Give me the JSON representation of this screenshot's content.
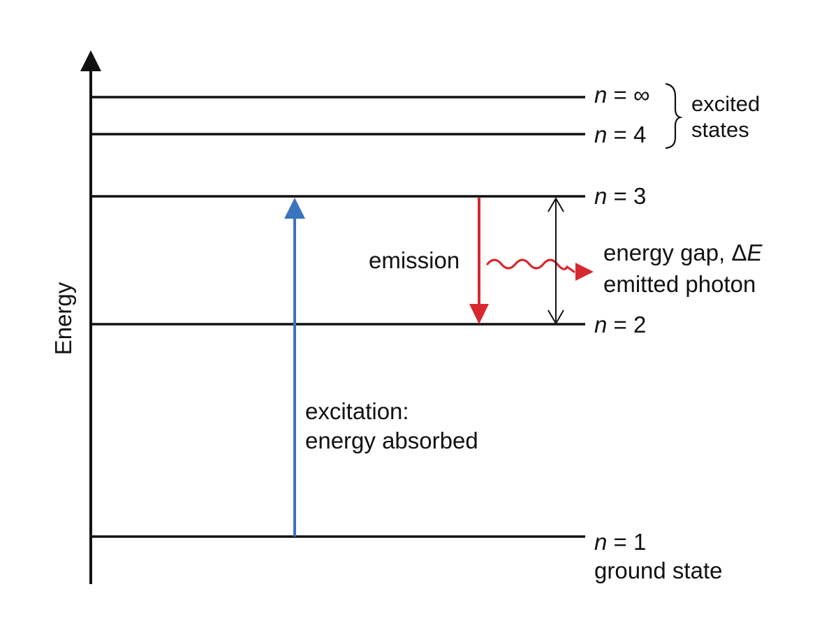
{
  "axis": {
    "label": "Energy"
  },
  "levels": [
    {
      "id": "inf",
      "var": "n",
      "eq": " = ",
      "val": "∞",
      "note": ""
    },
    {
      "id": "4",
      "var": "n",
      "eq": " = ",
      "val": "4",
      "note": ""
    },
    {
      "id": "3",
      "var": "n",
      "eq": " = ",
      "val": "3",
      "note": ""
    },
    {
      "id": "2",
      "var": "n",
      "eq": " = ",
      "val": "2",
      "note": ""
    },
    {
      "id": "1",
      "var": "n",
      "eq": " = ",
      "val": "1",
      "note": "ground state"
    }
  ],
  "excited_states": {
    "line1": "excited",
    "line2": "states"
  },
  "excitation": {
    "line1": "excitation:",
    "line2": "energy absorbed"
  },
  "emission": {
    "label": "emission"
  },
  "energy_gap": {
    "prefix": "energy gap, ",
    "delta": "Δ",
    "symbol": "E"
  },
  "photon": {
    "label": "emitted photon"
  },
  "colors": {
    "excitation": "#3a74bf",
    "emission": "#d7282f",
    "lines": "#111111"
  }
}
